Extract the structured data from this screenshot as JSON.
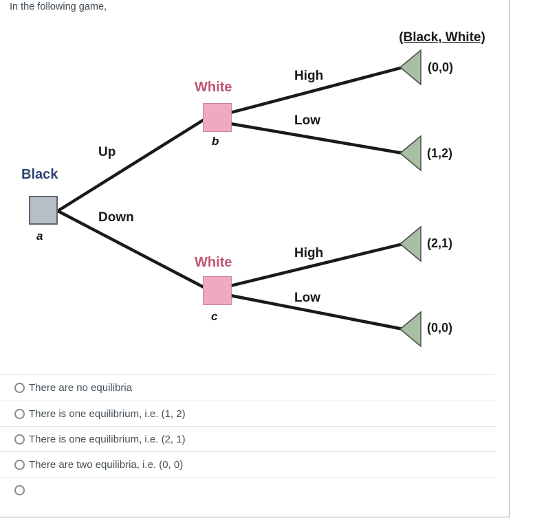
{
  "title": "In the following game,",
  "tree": {
    "payoff_header": "(Black, White)",
    "root": {
      "player": "Black",
      "node_label": "a",
      "branch_up": "Up",
      "branch_down": "Down"
    },
    "subtrees": [
      {
        "player": "White",
        "node_label": "b",
        "branch_high": "High",
        "branch_low": "Low",
        "payoff_high": "(0,0)",
        "payoff_low": "(1,2)"
      },
      {
        "player": "White",
        "node_label": "c",
        "branch_high": "High",
        "branch_low": "Low",
        "payoff_high": "(2,1)",
        "payoff_low": "(0,0)"
      }
    ],
    "colors": {
      "black_node_fill": "#b9bfc9",
      "black_label_text": "#2e4372",
      "white_node_fill": "#f0aabf",
      "white_label_text": "#c25571",
      "terminal_fill": "#a9bfa4",
      "edge": "#1a1a1a"
    }
  },
  "options": [
    {
      "label": "There are no equilibria"
    },
    {
      "label": "There is one equilibrium, i.e. (1, 2)"
    },
    {
      "label": "There is one equilibrium, i.e. (2, 1)"
    },
    {
      "label": "There are two equilibria, i.e. (0, 0)"
    },
    {
      "label": ""
    }
  ]
}
